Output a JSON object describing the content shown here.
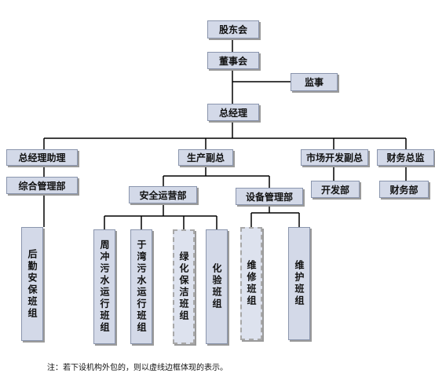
{
  "nodes": {
    "shareholders": "股东会",
    "board": "董事会",
    "supervisors": "监事",
    "gm": "总经理",
    "gm_assistant": "总经理助理",
    "admin_dept": "综合管理部",
    "logistics_team": "后勤安保班组",
    "production_vp": "生产副总",
    "safety_ops_dept": "安全运营部",
    "zhoudong_team": "周冲污水运行班组",
    "yuwan_team": "于湾污水运行班组",
    "greening_team": "绿化保洁班组",
    "lab_team": "化验班组",
    "equipment_dept": "设备管理部",
    "maint_team_1": "维修班组",
    "maint_team_2": "维护班组",
    "market_vp": "市场开发副总",
    "dev_dept": "开发部",
    "cfo": "财务总监",
    "finance_dept": "财务部"
  },
  "note": "注：若下设机构外包的，则以虚线边框体现的表示。",
  "outsourced_nodes": [
    "greening_team",
    "maint_team_1"
  ]
}
